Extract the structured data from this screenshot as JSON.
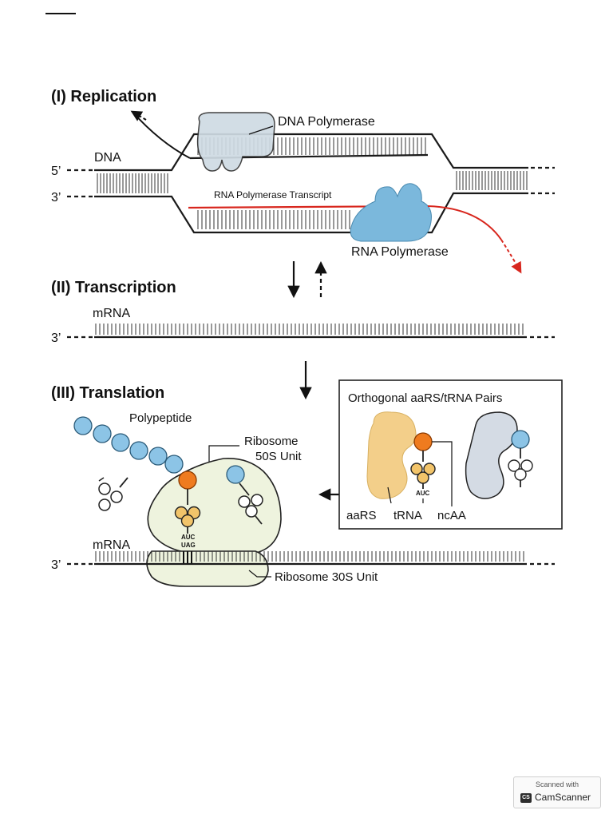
{
  "sections": {
    "replication": "(I)  Replication",
    "transcription": "(II)  Transcription",
    "translation": "(III) Translation"
  },
  "replication": {
    "dna_label": "DNA",
    "end_5": "5’",
    "end_3": "3’",
    "dna_polymerase": "DNA Polymerase",
    "rna_polymerase_transcript": "RNA Polymerase Transcript",
    "rna_polymerase": "RNA Polymerase"
  },
  "transcription": {
    "mrna_label": "mRNA",
    "end_3": "3’"
  },
  "translation": {
    "polypeptide": "Polypeptide",
    "ribosome_50s_line1": "Ribosome",
    "ribosome_50s_line2": "50S Unit",
    "anticodon": "AUC",
    "codon": "UAG",
    "mrna_label": "mRNA",
    "end_3": "3’",
    "ribosome_30s": "Ribosome 30S Unit"
  },
  "orthogonal_box": {
    "title": "Orthogonal aaRS/tRNA Pairs",
    "anticodon": "AUC",
    "aars": "aaRS",
    "trna": "tRNA",
    "ncaa": "ncAA"
  },
  "scanner": {
    "scanned_with": "Scanned with",
    "app": "CamScanner"
  },
  "colors": {
    "polymerase_blue": "#7bb8dc",
    "dna_polymerase_fill": "#cfdbe3",
    "transcript_red": "#d8271e",
    "bead_blue": "#8cc4e6",
    "ncaa_orange": "#ef7b1f",
    "trna_yellow": "#f2c46a",
    "aars_tan": "#f3cf8a",
    "ribosome_fill": "#eef3de",
    "grey_aars": "#d4dbe4"
  }
}
